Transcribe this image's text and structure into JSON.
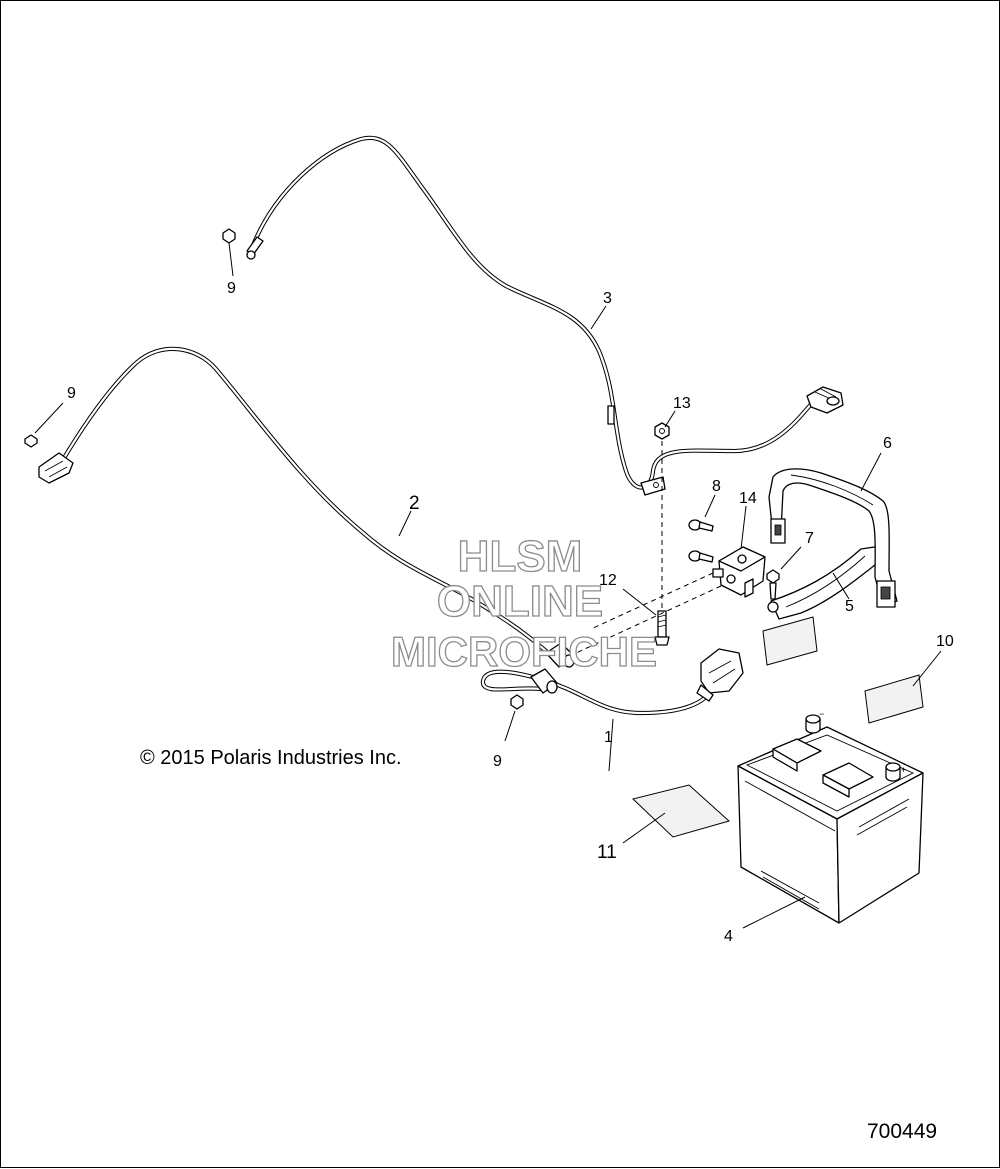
{
  "callouts": {
    "c1": "1",
    "c2": "2",
    "c3": "3",
    "c4": "4",
    "c5": "5",
    "c6": "6",
    "c7": "7",
    "c8": "8",
    "c9a": "9",
    "c9b": "9",
    "c9c": "9",
    "c10": "10",
    "c11": "11",
    "c12": "12",
    "c13": "13",
    "c14": "14"
  },
  "watermark": {
    "line1": "HLSM",
    "line2": "ONLINE",
    "line3": "MICROFICHE"
  },
  "copyright": "© 2015 Polaris Industries Inc.",
  "diagram_id": "700449"
}
